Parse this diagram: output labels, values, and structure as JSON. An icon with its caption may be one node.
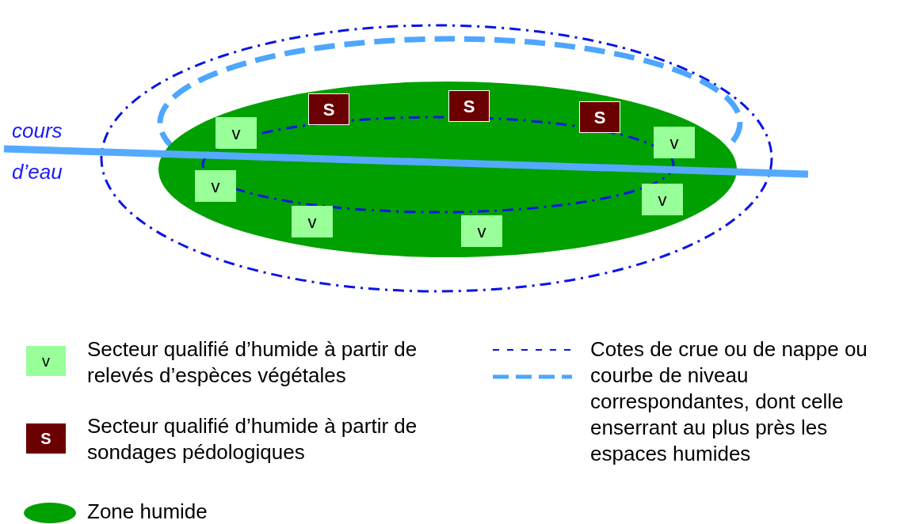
{
  "diagram": {
    "nodes": [
      {
        "text": [],
        "shape": "ellipse"
      },
      {
        "text": [
          "S"
        ],
        "in": 0
      },
      {
        "text": [
          "S"
        ],
        "in": 0
      },
      {
        "text": [
          "S"
        ],
        "in": 0
      },
      {
        "text": [
          "v"
        ],
        "in": 0
      },
      {
        "text": [
          "v"
        ],
        "in": 0
      },
      {
        "text": [
          "v"
        ],
        "in": 0
      },
      {
        "text": [
          "v"
        ],
        "in": 0
      },
      {
        "text": [
          "v"
        ],
        "in": 0
      },
      {
        "text": [
          "v"
        ],
        "in": 0
      }
    ],
    "labels": [
      "cours",
      "d’eau",
      "v",
      "S"
    ],
    "legend": [
      {
        "text": "Secteur qualifié d’humide à partir de relevés d’espèces végétales",
        "color": "#99ff99"
      },
      {
        "text": "Secteur qualifié d’humide à partir de sondages pédologiques",
        "color": "#6b0000"
      },
      {
        "text": "Zone humide",
        "color": "#00a000"
      },
      {
        "text": "Cotes de crue ou de nappe ou courbe de niveau correspondantes, dont celle enserrant au plus près les espaces humides"
      }
    ]
  }
}
